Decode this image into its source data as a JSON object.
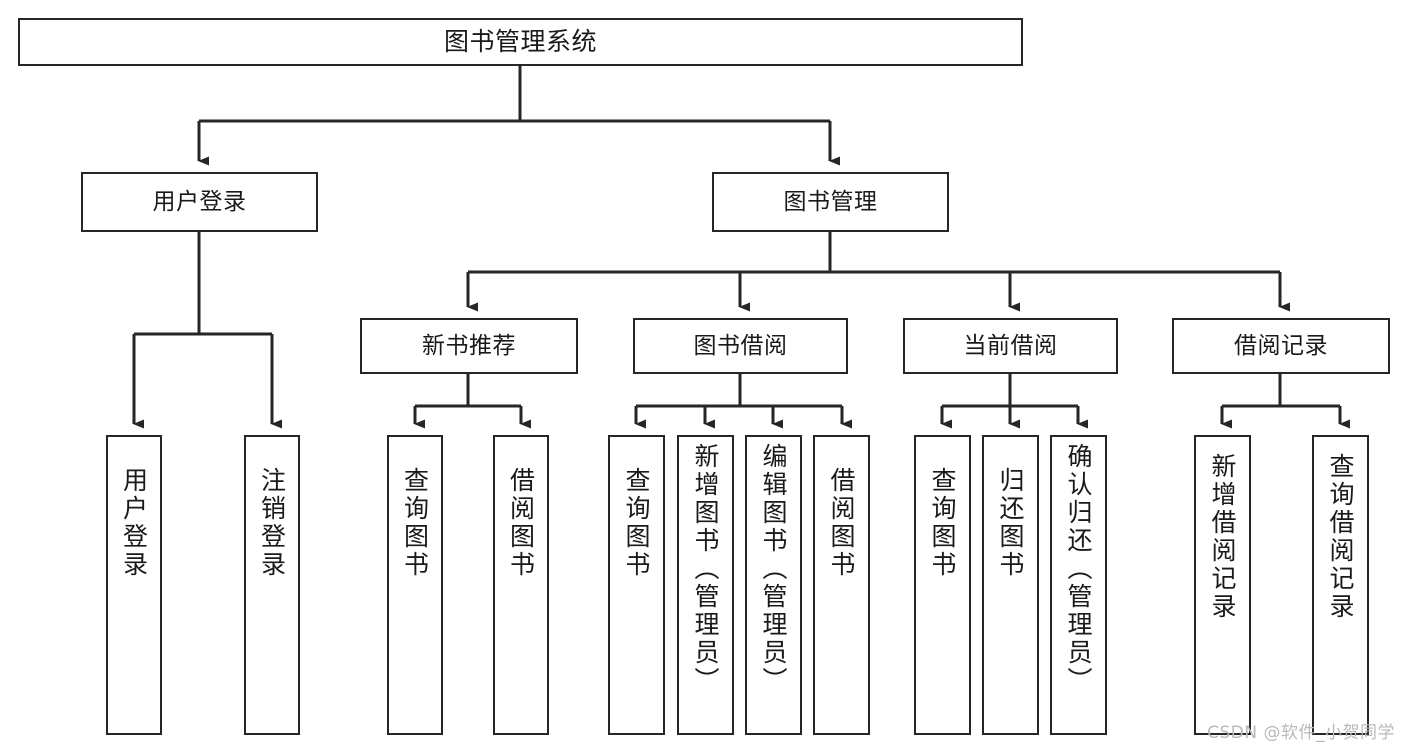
{
  "diagram": {
    "type": "tree-hierarchy",
    "title": "图书管理系统",
    "orientation": "top-down",
    "colors": {
      "box_border": "#262626",
      "box_fill": "#ffffff",
      "edge": "#262626",
      "text": "#1a1a1a",
      "watermark": "#b9b9b9",
      "background": "#ffffff"
    }
  },
  "watermark": {
    "text": "CSDN @软件_小贺同学"
  },
  "nodes": {
    "root": {
      "label": "图书管理系统"
    },
    "level1": [
      {
        "id": "user-login",
        "label": "用户登录"
      },
      {
        "id": "book-management",
        "label": "图书管理"
      }
    ],
    "level2": [
      {
        "id": "new-book-recommend",
        "label": "新书推荐"
      },
      {
        "id": "book-borrow",
        "label": "图书借阅"
      },
      {
        "id": "current-borrow",
        "label": "当前借阅"
      },
      {
        "id": "borrow-record",
        "label": "借阅记录"
      }
    ],
    "leaves": {
      "user_login": [
        {
          "id": "leaf-user-login",
          "label": "用户登录"
        },
        {
          "id": "leaf-logout-login",
          "label": "注销登录"
        }
      ],
      "new_book_recommend": [
        {
          "id": "leaf-query-book-1",
          "label": "查询图书"
        },
        {
          "id": "leaf-borrow-book-1",
          "label": "借阅图书"
        }
      ],
      "book_borrow": [
        {
          "id": "leaf-query-book-2",
          "label": "查询图书"
        },
        {
          "id": "leaf-add-book",
          "label": "新增图书（管理员）"
        },
        {
          "id": "leaf-edit-book",
          "label": "编辑图书（管理员）"
        },
        {
          "id": "leaf-borrow-book-2",
          "label": "借阅图书"
        }
      ],
      "current_borrow": [
        {
          "id": "leaf-query-book-3",
          "label": "查询图书"
        },
        {
          "id": "leaf-return-book",
          "label": "归还图书"
        },
        {
          "id": "leaf-confirm-return",
          "label": "确认归还（管理员）"
        }
      ],
      "borrow_record": [
        {
          "id": "leaf-add-record",
          "label": "新增借阅记录"
        },
        {
          "id": "leaf-query-record",
          "label": "查询借阅记录"
        }
      ]
    }
  },
  "edges": [
    {
      "from": "图书管理系统",
      "to": "用户登录"
    },
    {
      "from": "图书管理系统",
      "to": "图书管理"
    },
    {
      "from": "用户登录",
      "to": "用户登录"
    },
    {
      "from": "用户登录",
      "to": "注销登录"
    },
    {
      "from": "图书管理",
      "to": "新书推荐"
    },
    {
      "from": "图书管理",
      "to": "图书借阅"
    },
    {
      "from": "图书管理",
      "to": "当前借阅"
    },
    {
      "from": "图书管理",
      "to": "借阅记录"
    },
    {
      "from": "新书推荐",
      "to": "查询图书"
    },
    {
      "from": "新书推荐",
      "to": "借阅图书"
    },
    {
      "from": "图书借阅",
      "to": "查询图书"
    },
    {
      "from": "图书借阅",
      "to": "新增图书（管理员）"
    },
    {
      "from": "图书借阅",
      "to": "编辑图书（管理员）"
    },
    {
      "from": "图书借阅",
      "to": "借阅图书"
    },
    {
      "from": "当前借阅",
      "to": "查询图书"
    },
    {
      "from": "当前借阅",
      "to": "归还图书"
    },
    {
      "from": "当前借阅",
      "to": "确认归还（管理员）"
    },
    {
      "from": "借阅记录",
      "to": "新增借阅记录"
    },
    {
      "from": "借阅记录",
      "to": "查询借阅记录"
    }
  ]
}
